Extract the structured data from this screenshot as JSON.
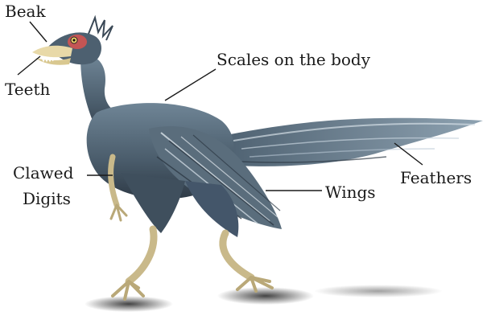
{
  "labels": {
    "beak": "Beak",
    "teeth": "Teeth",
    "scales": "Scales on  the body",
    "clawed_line1": "Clawed",
    "clawed_line2": "Digits",
    "feathers": "Feathers",
    "wings": "Wings"
  },
  "illustration": {
    "subject": "feathered-dinosaur-archaeopteryx",
    "colors": {
      "body": "#4f6170",
      "body_dark": "#2e3a46",
      "feather_light": "#c9d6e0",
      "beak": "#e8d9a8",
      "eye_patch": "#d9534f",
      "legs": "#c9b98a",
      "shadow": "#3a3a3a",
      "leader_line": "#1a1a1a"
    }
  }
}
